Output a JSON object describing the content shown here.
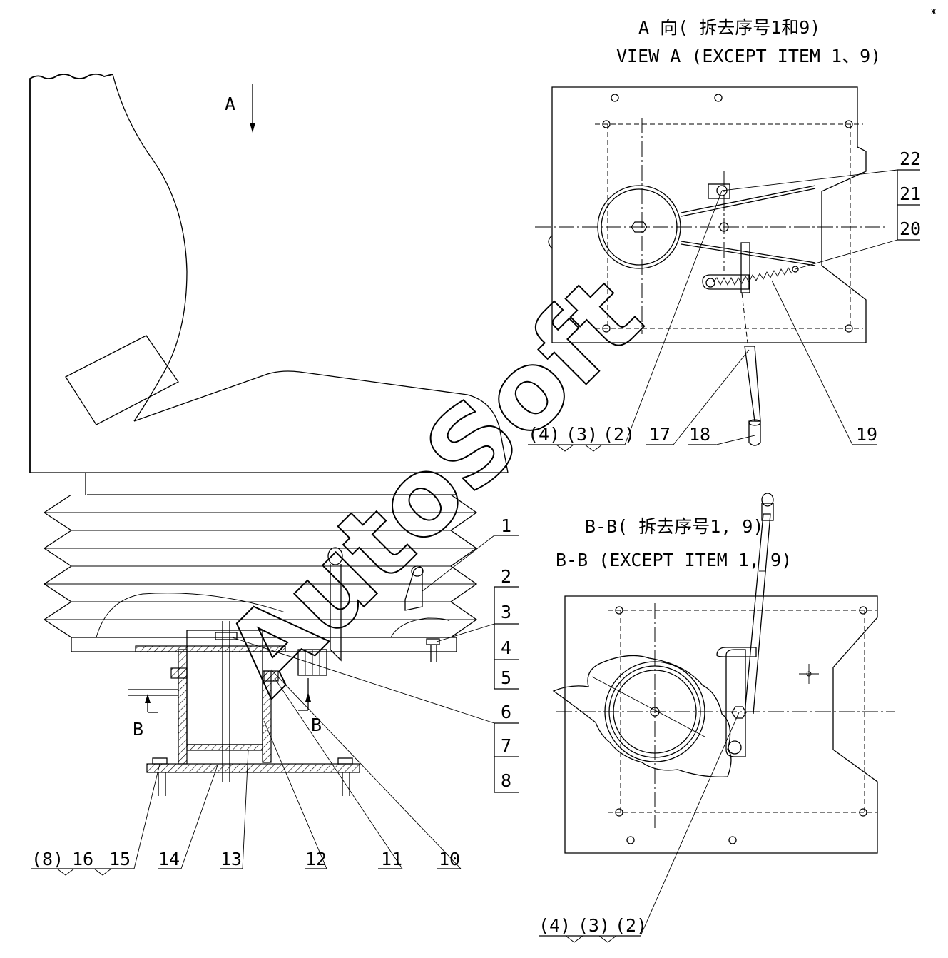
{
  "views": {
    "view_a_title_cn": "A 向( 拆去序号1和9)",
    "view_a_title_en": "VIEW A (EXCEPT ITEM 1、9)",
    "section_b_title_cn": "B-B( 拆去序号1, 9)",
    "section_b_title_en": "B-B (EXCEPT ITEM 1, 9)",
    "view_arrow_a": "A",
    "section_mark_left": "B",
    "section_mark_right": "B"
  },
  "watermark": "AutoSoft",
  "callouts_right_table": [
    "1",
    "2",
    "3",
    "4",
    "5",
    "6",
    "7",
    "8"
  ],
  "callouts_view_a_table": [
    "22",
    "21",
    "20"
  ],
  "callouts_view_a_bottom": [
    "(4)",
    "(3)",
    "(2)",
    "17",
    "18",
    "19"
  ],
  "callouts_main_bottom": [
    "(8)",
    "16",
    "15",
    "14",
    "13",
    "12",
    "11",
    "10"
  ],
  "callouts_section_bottom": [
    "(4)",
    "(3)",
    "(2)"
  ],
  "corner_mark": "ж"
}
